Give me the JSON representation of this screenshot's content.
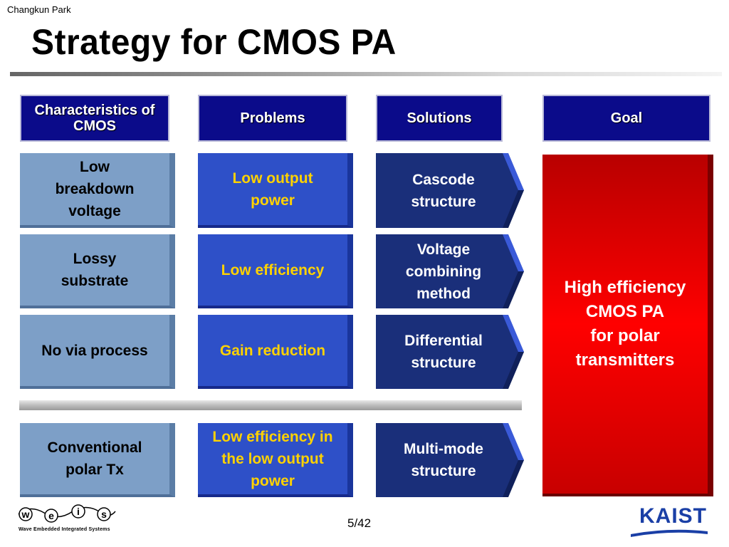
{
  "header": {
    "author": "Changkun Park",
    "title": "Strategy for CMOS PA"
  },
  "columns": {
    "characteristics": "Characteristics of CMOS",
    "problems": "Problems",
    "solutions": "Solutions",
    "goal": "Goal"
  },
  "rows": [
    {
      "characteristic": "Low breakdown voltage",
      "problem": "Low output power",
      "solution": "Cascode structure"
    },
    {
      "characteristic": "Lossy substrate",
      "problem": "Low efficiency",
      "solution": "Voltage combining method"
    },
    {
      "characteristic": "No via process",
      "problem": "Gain reduction",
      "solution": "Differential structure"
    },
    {
      "characteristic": "Conventional polar Tx",
      "problem": "Low efficiency in the low output power",
      "solution": "Multi-mode structure"
    }
  ],
  "goal": {
    "line1": "High efficiency",
    "line2": "CMOS PA",
    "line3": "for polar",
    "line4": "transmitters"
  },
  "footer": {
    "page": "5/42",
    "weis_logo_text": "w·e·i·s",
    "weis_caption": "Wave Embedded Integrated Systems",
    "kaist_logo_text": "KAIST"
  },
  "colors": {
    "header_bg": "#0b0b8a",
    "characteristic_bg": "#7d9fc7",
    "problem_bg": "#2e50c8",
    "problem_text": "#ffd200",
    "solution_bg": "#1a2f7a",
    "goal_bg": "#ff0000",
    "kaist_blue": "#1a3fa6"
  }
}
